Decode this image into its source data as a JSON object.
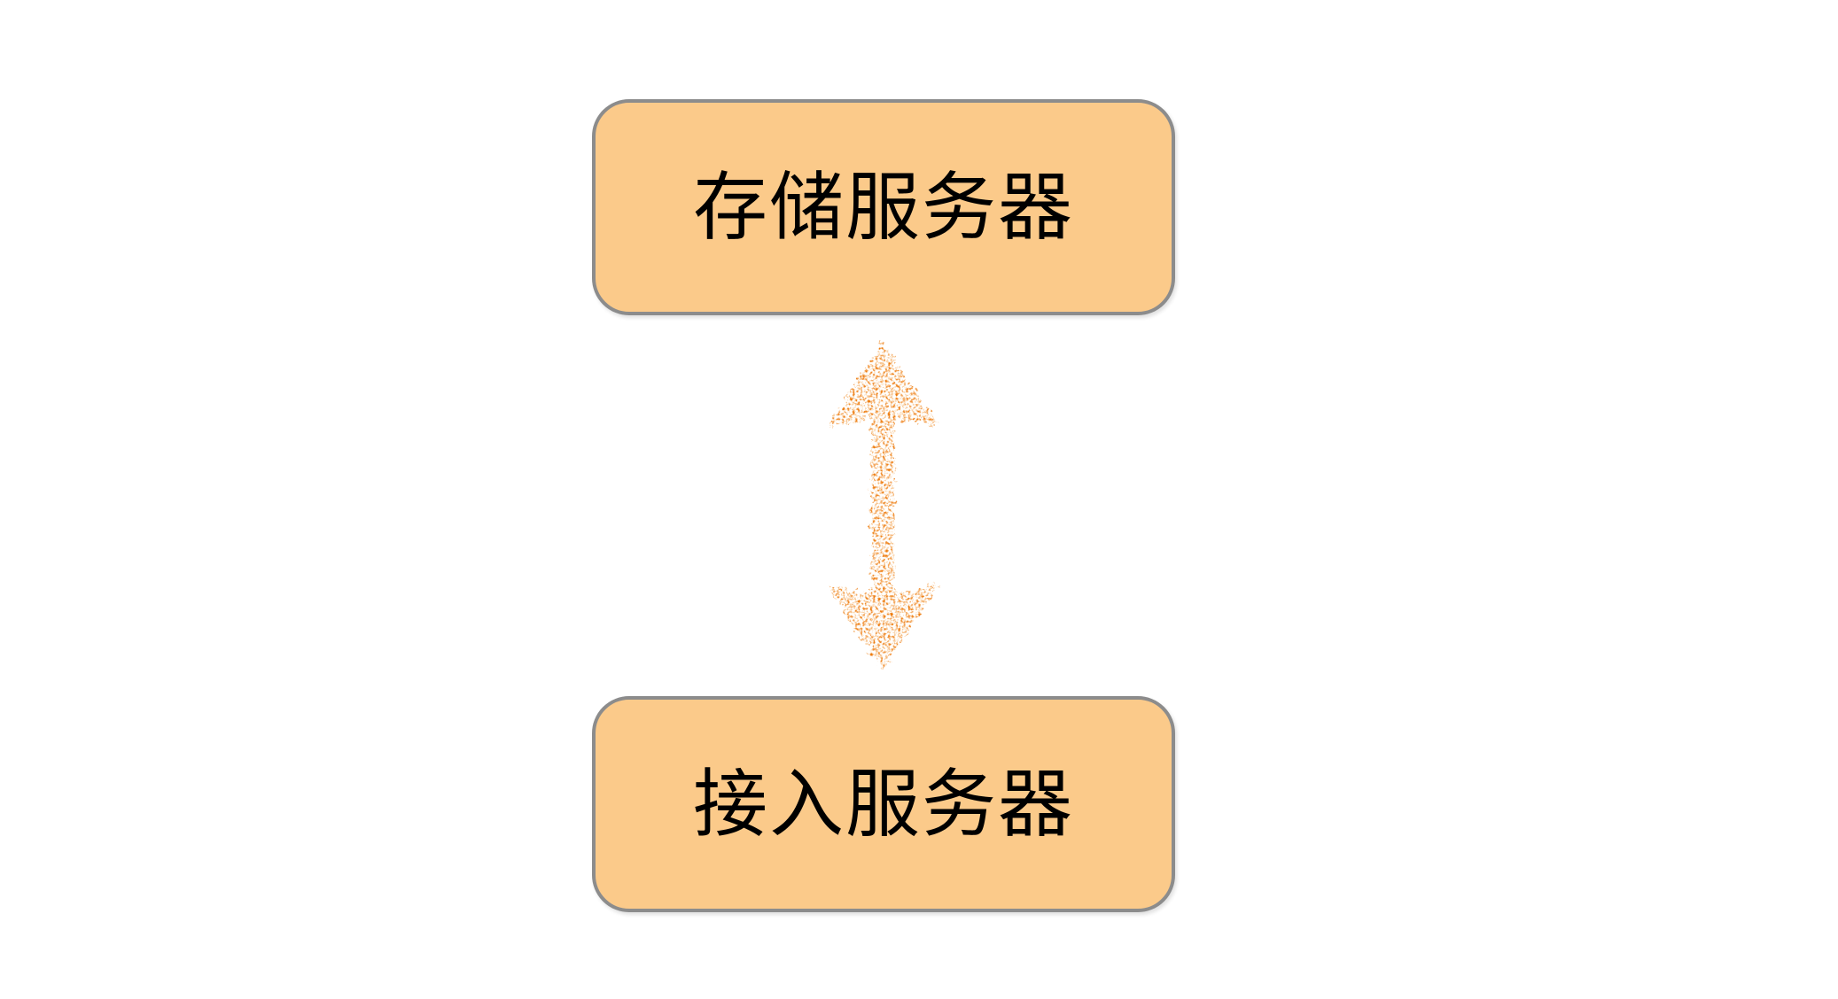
{
  "diagram": {
    "background_color": "#FFFFFF",
    "node_fill_color": "#FBCA8A",
    "node_border_color": "#8C8C8C",
    "text_color": "#000000",
    "nodes": [
      {
        "id": "storage-server",
        "label": "存储服务器"
      },
      {
        "id": "access-server",
        "label": "接入服务器"
      }
    ],
    "connector": {
      "type": "double-headed-vertical-arrow",
      "style": "hand-drawn-crayon",
      "from": "storage-server",
      "to": "access-server",
      "color": "#EE7B10"
    }
  }
}
